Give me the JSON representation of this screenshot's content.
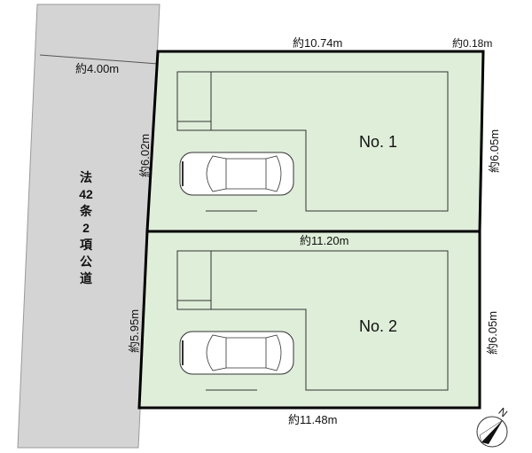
{
  "road": {
    "label_chars": [
      "法",
      "42",
      "条",
      "2",
      "項",
      "公",
      "道"
    ],
    "width_label": "約4.00m"
  },
  "lots": [
    {
      "name": "No. 1",
      "top": "約10.74m",
      "top_extra": "約0.18m",
      "left": "約6.02m",
      "right": "約6.05m"
    },
    {
      "name": "No. 2",
      "top": "約11.20m",
      "left": "約5.95m",
      "right": "約6.05m",
      "bottom": "約11.48m"
    }
  ],
  "compass": {
    "label": "N"
  },
  "colors": {
    "lot": "#dfeed8",
    "road": "#d4d4d4",
    "border": "#000000"
  }
}
